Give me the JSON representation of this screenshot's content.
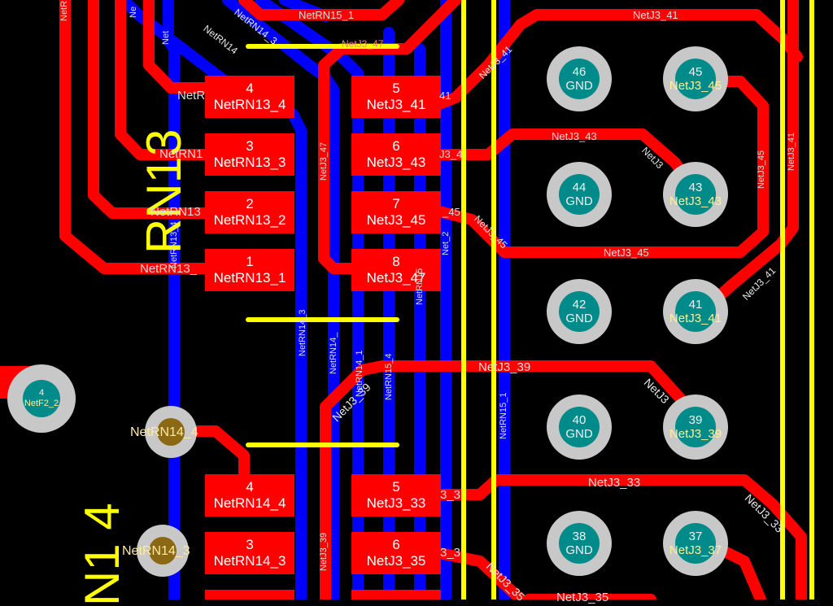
{
  "colors": {
    "background": "#000000",
    "top_copper": "#ff0000",
    "bottom_copper": "#0000ff",
    "silkscreen": "#ffff00",
    "via_ring": "#c8c8c8",
    "pad_core": "#008b8b",
    "via_core": "#8b6914"
  },
  "designators": {
    "rn13": "RN13",
    "rn14": "N1 4"
  },
  "rn13_pads": [
    {
      "pin": "4",
      "net": "NetRN13_4"
    },
    {
      "pin": "3",
      "net": "NetRN13_3"
    },
    {
      "pin": "2",
      "net": "NetRN13_2"
    },
    {
      "pin": "1",
      "net": "NetRN13_1"
    }
  ],
  "rn13_right_pads": [
    {
      "pin": "5",
      "net": "NetJ3_41"
    },
    {
      "pin": "6",
      "net": "NetJ3_43"
    },
    {
      "pin": "7",
      "net": "NetJ3_45"
    },
    {
      "pin": "8",
      "net": "NetJ3_47"
    }
  ],
  "rn14_pads": [
    {
      "pin": "4",
      "net": "NetRN14_4"
    },
    {
      "pin": "3",
      "net": "NetRN14_3"
    }
  ],
  "rn14_right_pads": [
    {
      "pin": "5",
      "net": "NetJ3_33"
    },
    {
      "pin": "6",
      "net": "NetJ3_35"
    }
  ],
  "connector_pads": [
    {
      "num": "46",
      "net": "GND"
    },
    {
      "num": "45",
      "net": "NetJ3_45"
    },
    {
      "num": "44",
      "net": "GND"
    },
    {
      "num": "43",
      "net": "NetJ3_43"
    },
    {
      "num": "42",
      "net": "GND"
    },
    {
      "num": "41",
      "net": "NetJ3_41"
    },
    {
      "num": "40",
      "net": "GND"
    },
    {
      "num": "39",
      "net": "NetJ3_39"
    },
    {
      "num": "38",
      "net": "GND"
    },
    {
      "num": "37",
      "net": "NetJ3_37"
    }
  ],
  "left_pad": {
    "num": "4",
    "net": "NetF2_2"
  },
  "vias": [
    {
      "net": "NetRN14_4"
    },
    {
      "net": "NetRN14_3"
    }
  ],
  "trace_labels": {
    "netrn15_1_top": "NetRN15_1",
    "netj3_41_top": "NetJ3_41",
    "netj3_43_top": "NetJ3_43",
    "netj3_45_bottom": "NetJ3_45",
    "netj3_39_top": "NetJ3_39",
    "netj3_33_top": "NetJ3_33",
    "netj3_35_bottom": "NetJ3_35",
    "netrn13_4_frag": "NetR",
    "netrn13_3_frag": "NetRN1",
    "netrn13_2_frag": "NetRN13",
    "netrn13_1_frag": "NetRN13_",
    "netj3_47_frag": "NetJ3_47",
    "netj3_41_pad_frag": "41",
    "netj3_43_pad_frag": "J3_4",
    "netj3_45_pad_frag": "_45",
    "netj3_33_pad_frag": "3_3",
    "netj3_35_pad_frag": "3_3",
    "diag_netj3_41": "NetJ3_41",
    "diag_netj3_45": "NetJ3_45",
    "diag_netj3_41_right": "NetJ3_41",
    "diag_netj3_39": "NetJ3_39",
    "diag_netj3_3_right": "NetJ3",
    "diag_netj3_35": "NetJ3_35",
    "diag_netj3_33_right": "NetJ3_33",
    "diag_netj3_43": "NetJ3",
    "diag_netrn14": "NetRN14",
    "diag_netrn14_3": "NetRN14_3",
    "vert_netj3_47": "NetJ3_47",
    "vert_netrn14_3": "NetRN14_3",
    "vert_netrn14": "NetRN14_",
    "vert_netrn14_1": "NetRN14_1",
    "vert_netrn15_4": "NetRN15_4",
    "vert_netrn15": "NetRN15",
    "vert_netrn15_1": "NetRN15_1",
    "vert_net_2": "Net_2",
    "vert_netj3_45": "NetJ3_45",
    "vert_netj3_39": "NetJ3_39",
    "vert_net_right": "NetJ3_41",
    "vert_netrn13_4": "NetRN13_4",
    "top_left_frag": "NetR",
    "vert_netr_left": "Net",
    "vert_ne": "Ne"
  }
}
